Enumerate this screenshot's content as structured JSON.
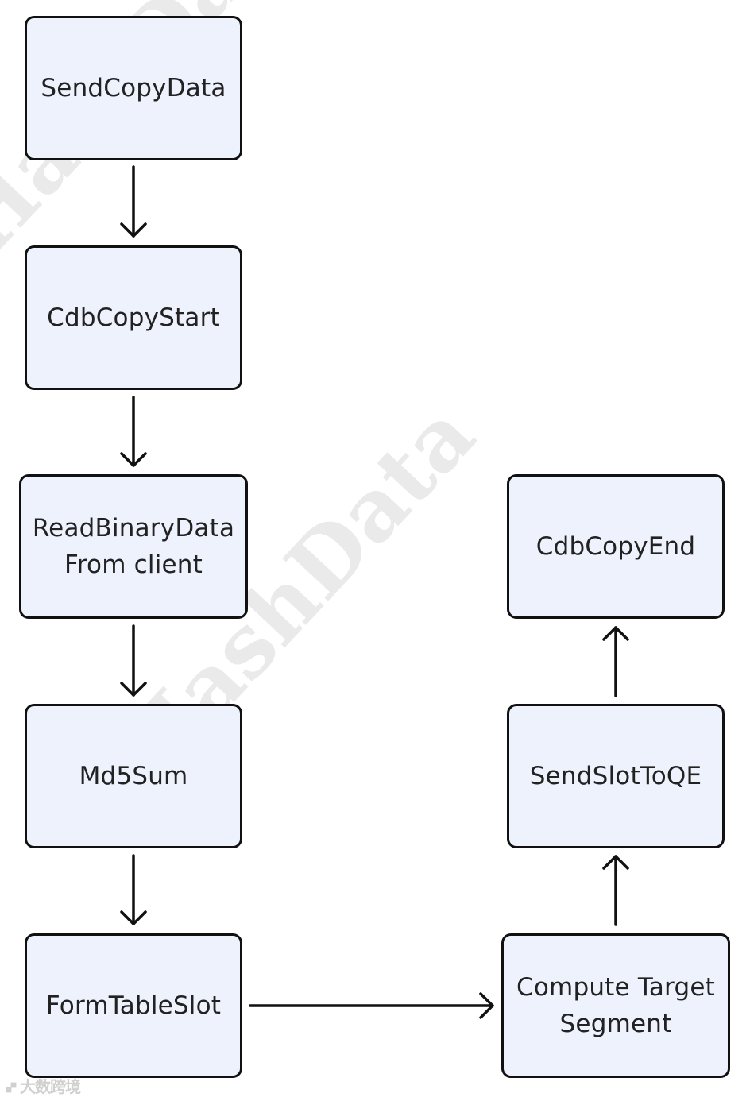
{
  "nodes": {
    "send_copy_data": "SendCopyData",
    "cdb_copy_start": "CdbCopyStart",
    "read_binary_data": "ReadBinaryData\nFrom client",
    "md5sum": "Md5Sum",
    "form_table_slot": "FormTableSlot",
    "compute_target_segment": "Compute Target\nSegment",
    "send_slot_to_qe": "SendSlotToQE",
    "cdb_copy_end": "CdbCopyEnd"
  },
  "watermark": "HashData",
  "corner_mark": "🙾 大数跨境",
  "colors": {
    "node_fill": "#eef2fc",
    "node_border": "#111111",
    "arrow": "#111111"
  }
}
